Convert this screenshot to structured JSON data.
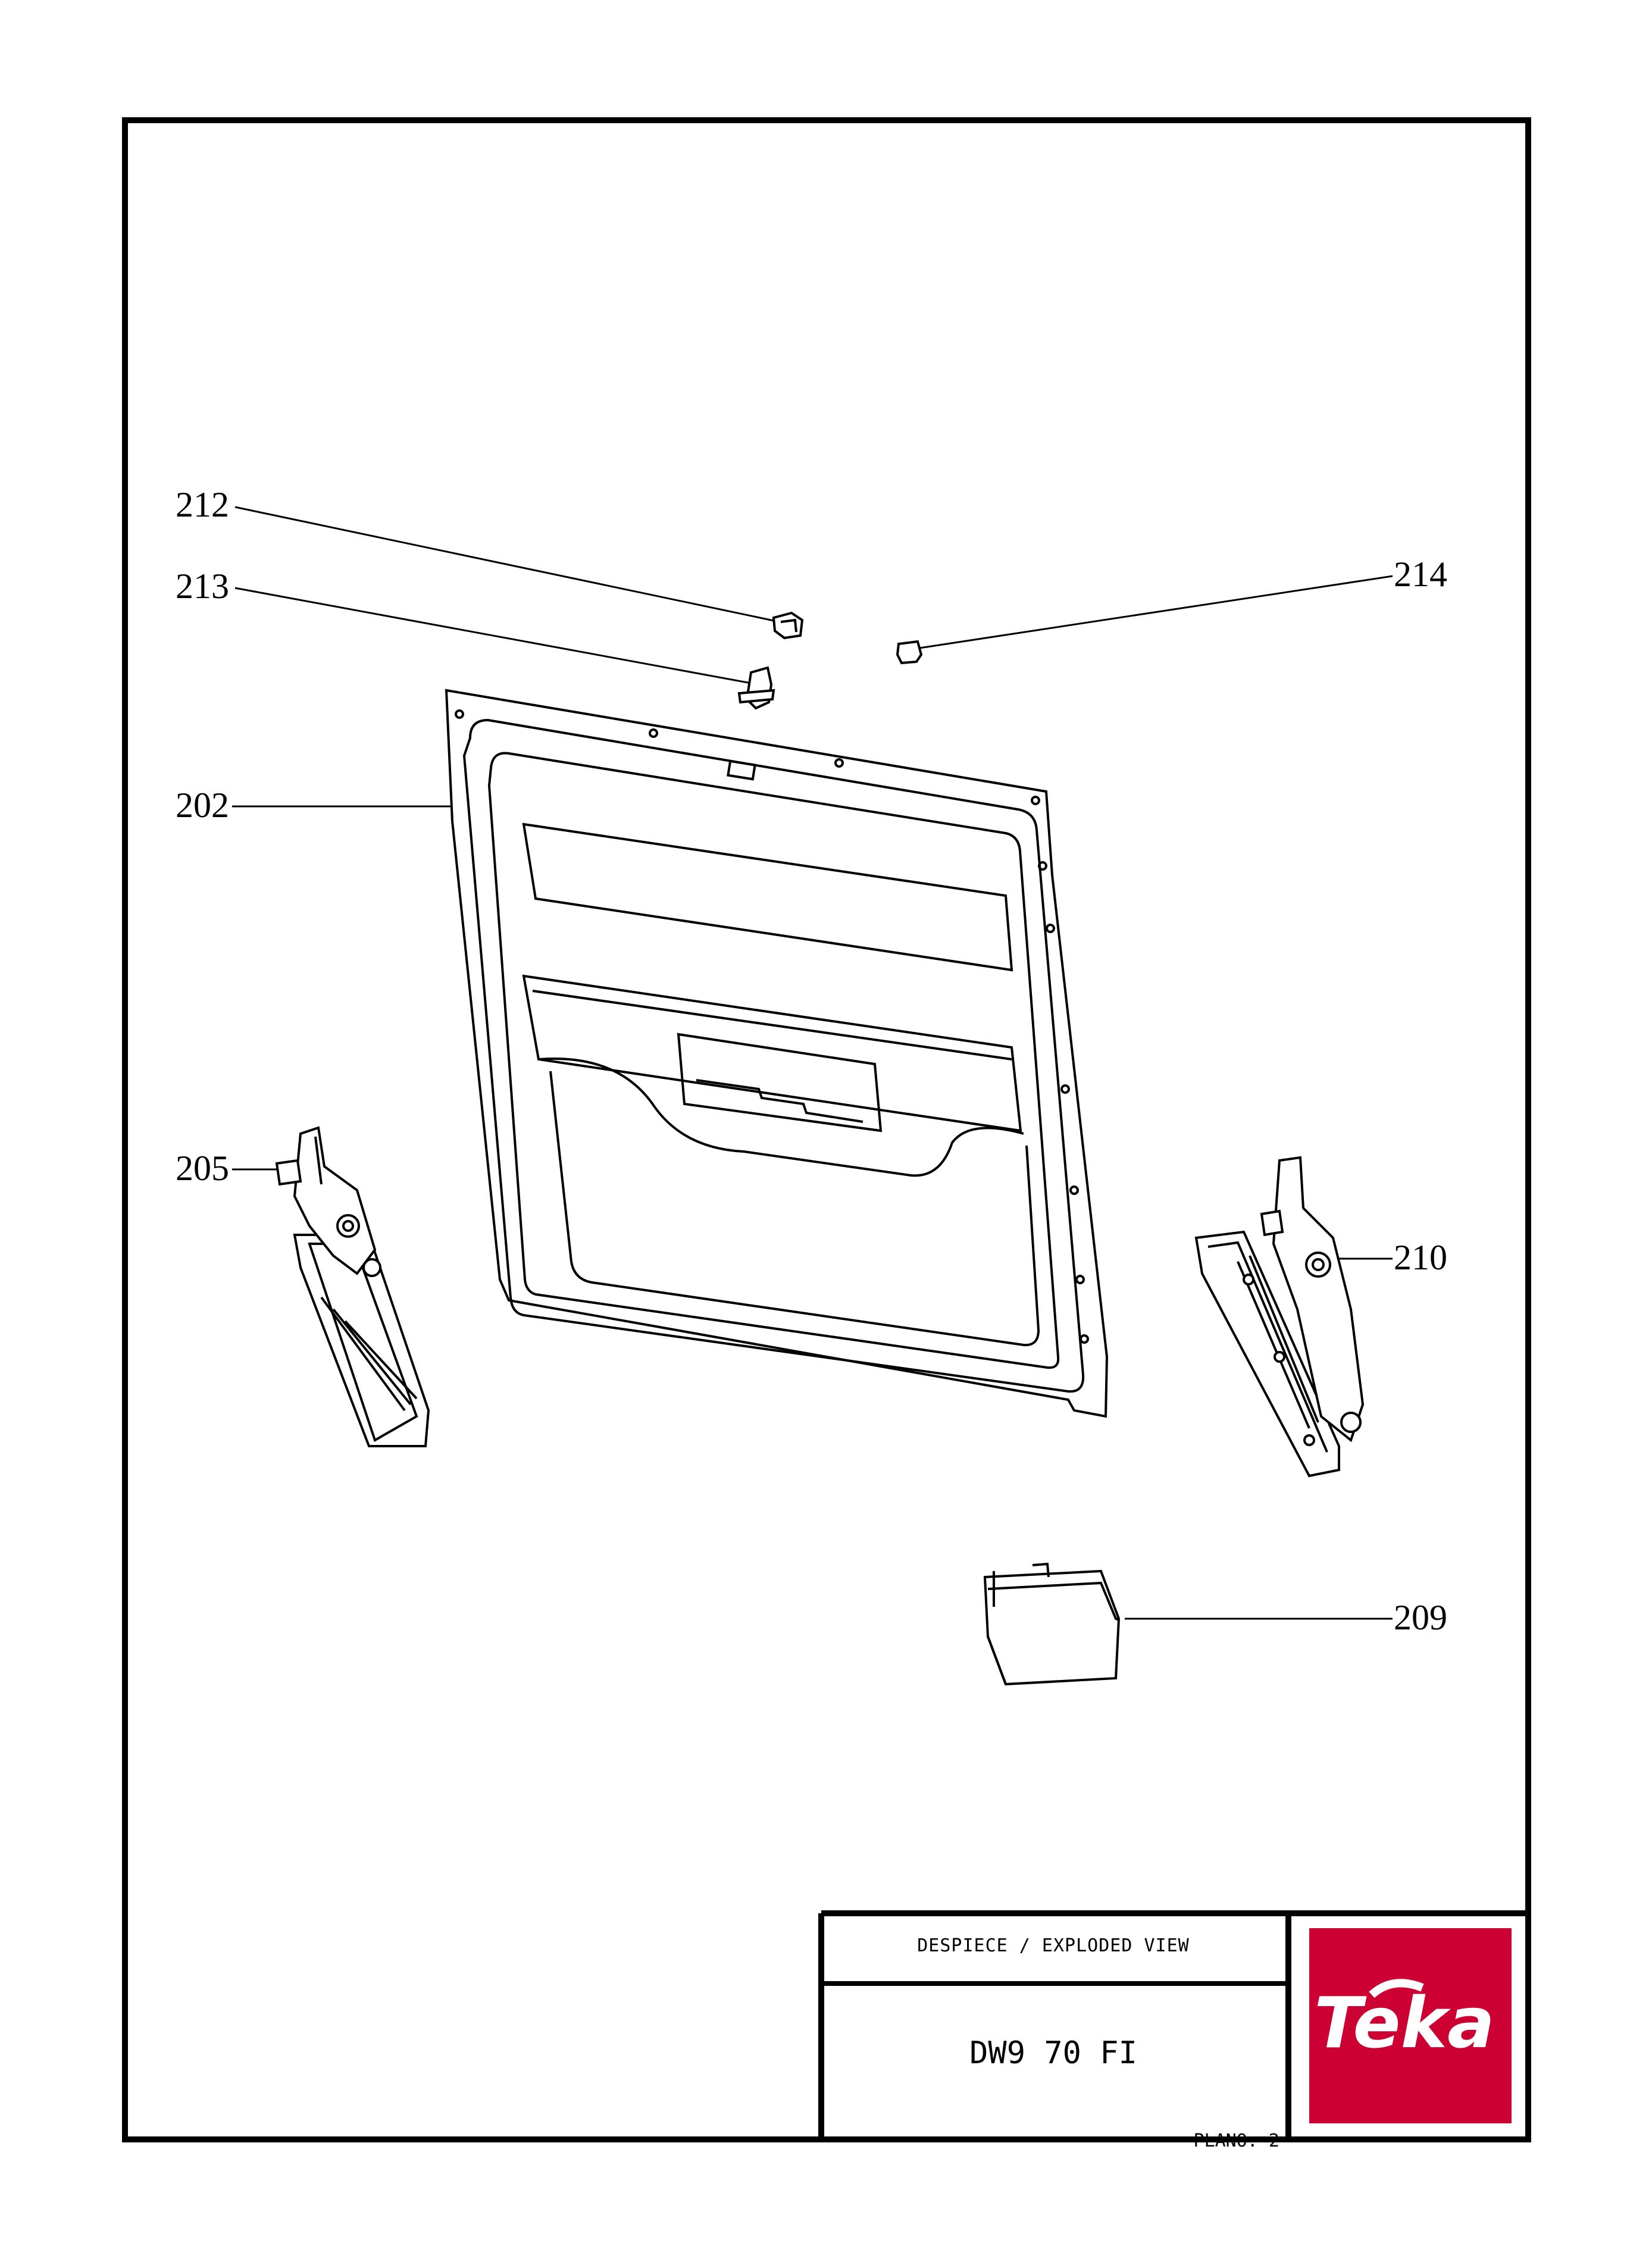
{
  "callouts": {
    "c212": "212",
    "c213": "213",
    "c214": "214",
    "c202": "202",
    "c205": "205",
    "c210": "210",
    "c209": "209"
  },
  "title_block": {
    "caption": "DESPIECE / EXPLODED VIEW",
    "model": "DW9 70 FI",
    "sheet": "PLANO: 2"
  },
  "logo": {
    "brand_text": "Teka",
    "color": "#cc0033",
    "text_color": "#ffffff"
  }
}
